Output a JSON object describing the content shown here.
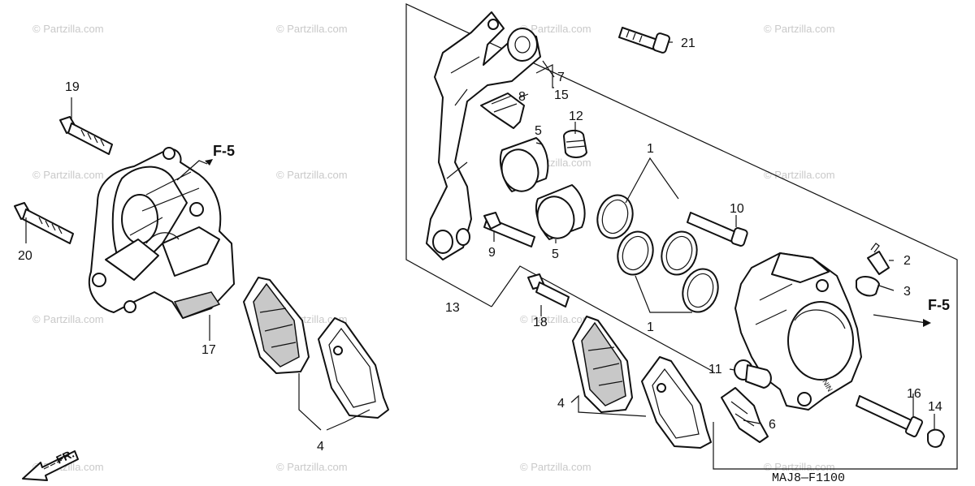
{
  "watermark": "© Partzilla.com",
  "diagram_code": "MAJ8—F1100",
  "front_label": "FR.",
  "refs": {
    "left": "F-5",
    "right": "F-5"
  },
  "callouts": {
    "c1a": "1",
    "c1b": "1",
    "c2": "2",
    "c3": "3",
    "c4a": "4",
    "c4b": "4",
    "c5a": "5",
    "c5b": "5",
    "c6": "6",
    "c7": "7",
    "c8": "8",
    "c9": "9",
    "c10": "10",
    "c11": "11",
    "c12": "12",
    "c13": "13",
    "c14": "14",
    "c15": "15",
    "c16": "16",
    "c17": "17",
    "c18": "18",
    "c19": "19",
    "c20": "20",
    "c21": "21"
  },
  "colors": {
    "line": "#111111",
    "watermark": "#c9c9c9",
    "background": "#ffffff"
  }
}
